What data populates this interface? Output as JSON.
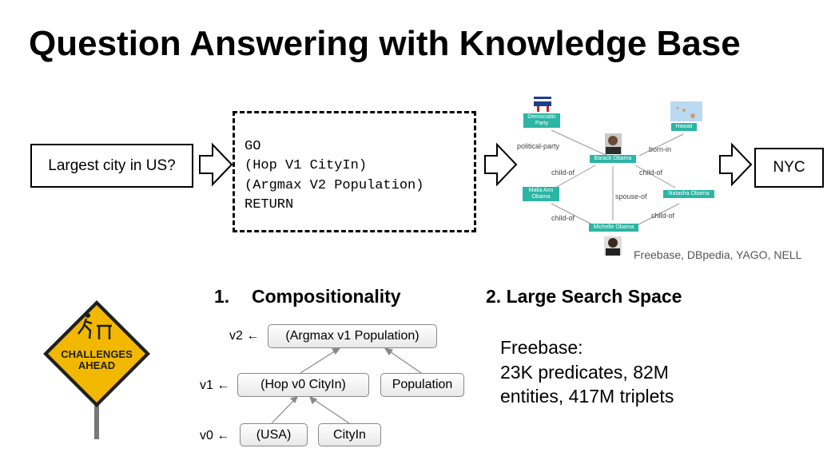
{
  "title": "Question Answering with Knowledge Base",
  "question": "Largest city in US?",
  "program": {
    "lines": [
      "GO",
      "(Hop V1 CityIn)",
      "(Argmax V2 Population)",
      "RETURN"
    ]
  },
  "answer": "NYC",
  "knowledge_graph": {
    "nodes": {
      "democratic_party": "Democratic Party",
      "hawaii": "Hawaii",
      "barack_obama": "Barack Obama",
      "malia_ann_obama": "Malia Ann Obama",
      "natasha_obama": "Natasha Obama",
      "michelle_obama": "Michelle Obama"
    },
    "edges": {
      "political_party": "political-party",
      "born_in": "born-in",
      "child_of_1": "child-of",
      "child_of_2": "child-of",
      "spouse_of": "spouse-of",
      "child_of_3": "child-of",
      "child_of_4": "child-of"
    },
    "sources": "Freebase, DBpedia, YAGO, NELL"
  },
  "challenges_sign": [
    "CHALLENGES",
    "AHEAD"
  ],
  "challenge1": {
    "number": "1.",
    "heading": "Compositionality",
    "tree": {
      "v2_label": "v2 ←",
      "v1_label": "v1 ←",
      "v0_label": "v0 ←",
      "argmax": "(Argmax v1 Population)",
      "hop": "(Hop v0 CityIn)",
      "population": "Population",
      "usa": "(USA)",
      "cityin": "CityIn"
    }
  },
  "challenge2": {
    "heading": "2. Large Search Space",
    "lines": [
      "Freebase:",
      "23K predicates, 82M",
      "entities, 417M triplets"
    ]
  },
  "colors": {
    "kg_node": "#2bb5a4",
    "sign_yellow": "#f2b800"
  }
}
